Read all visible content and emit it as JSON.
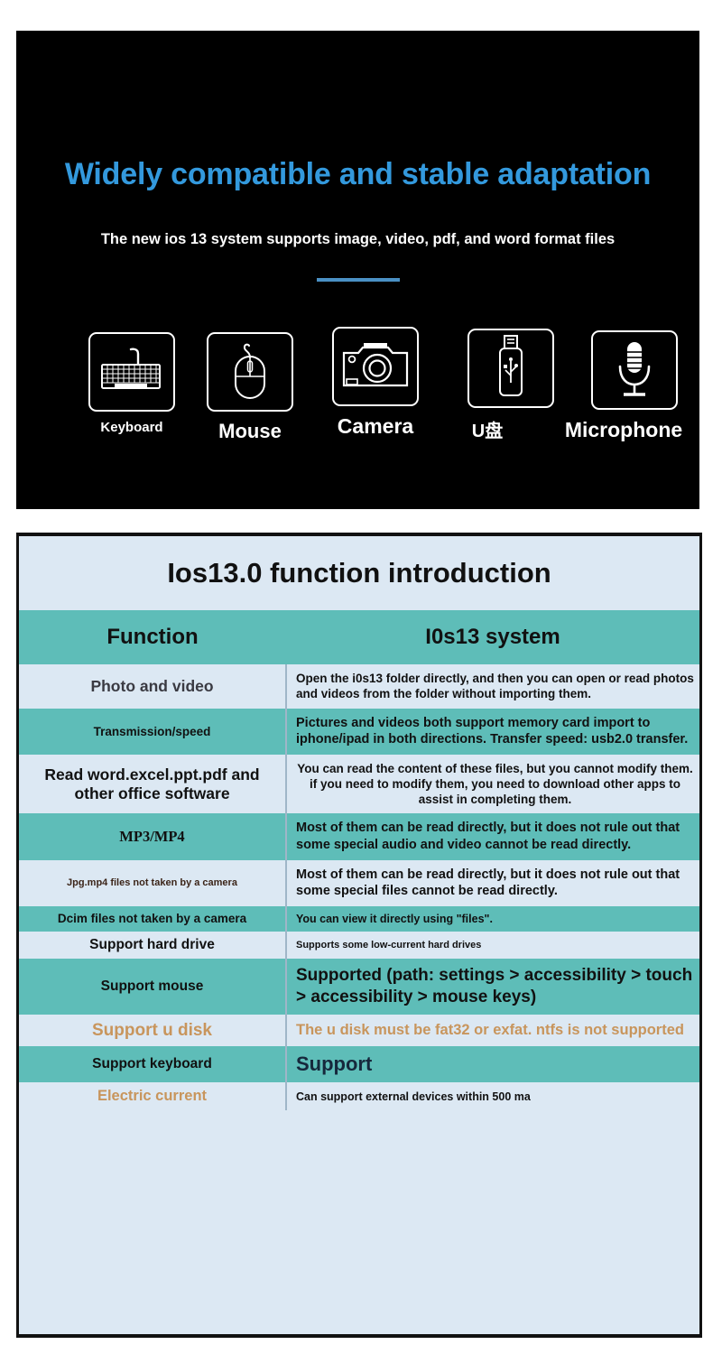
{
  "hero": {
    "title": "Widely compatible and stable adaptation",
    "subtitle": "The new ios 13 system supports image, video, pdf, and word format files",
    "accent_color": "#3399dd",
    "rule_color": "#4a90c4",
    "background_color": "#000000",
    "icons": [
      {
        "name": "keyboard-icon",
        "label": "Keyboard"
      },
      {
        "name": "mouse-icon",
        "label": "Mouse"
      },
      {
        "name": "camera-icon",
        "label": "Camera"
      },
      {
        "name": "usb-flash-drive-icon",
        "label": "U盘"
      },
      {
        "name": "microphone-icon",
        "label": "Microphone"
      }
    ]
  },
  "table": {
    "title": "Ios13.0 function introduction",
    "header": {
      "function": "Function",
      "system": "I0s13 system"
    },
    "colors": {
      "teal_row": "#5ebdb8",
      "light_row": "#dce8f3",
      "tan_text": "#c8955c",
      "gray_text": "#3a3a42",
      "dark_text": "#111111"
    },
    "rows": [
      {
        "function": "Photo and video",
        "system": "Open the i0s13 folder directly, and then you can open or read photos and videos from the folder without importing them."
      },
      {
        "function": "Transmission/speed",
        "system": "Pictures and videos both support memory card import to iphone/ipad in both directions. Transfer speed: usb2.0 transfer."
      },
      {
        "function": "Read word.excel.ppt.pdf and other office software",
        "system": "You can read the content of these files, but you cannot modify them. if you need to modify them, you need to download other apps to assist in completing them."
      },
      {
        "function": "MP3/MP4",
        "system": "Most of them can be read directly, but it does not rule out that some special audio and video cannot be read directly."
      },
      {
        "function": "Jpg.mp4 files not taken by a camera",
        "system": "Most of them can be read directly, but it does not rule out that some special files cannot be read directly."
      },
      {
        "function": "Dcim files not taken by a camera",
        "system": "You can view it directly using \"files\"."
      },
      {
        "function": "Support hard drive",
        "system": "Supports some low-current hard drives"
      },
      {
        "function": "Support mouse",
        "system": "Supported (path: settings > accessibility > touch > accessibility > mouse keys)"
      },
      {
        "function": "Support u disk",
        "system": "The u disk must be fat32 or exfat. ntfs is not supported"
      },
      {
        "function": "Support keyboard",
        "system": "Support"
      },
      {
        "function": "Electric current",
        "system": "Can support external devices within 500 ma"
      }
    ]
  }
}
